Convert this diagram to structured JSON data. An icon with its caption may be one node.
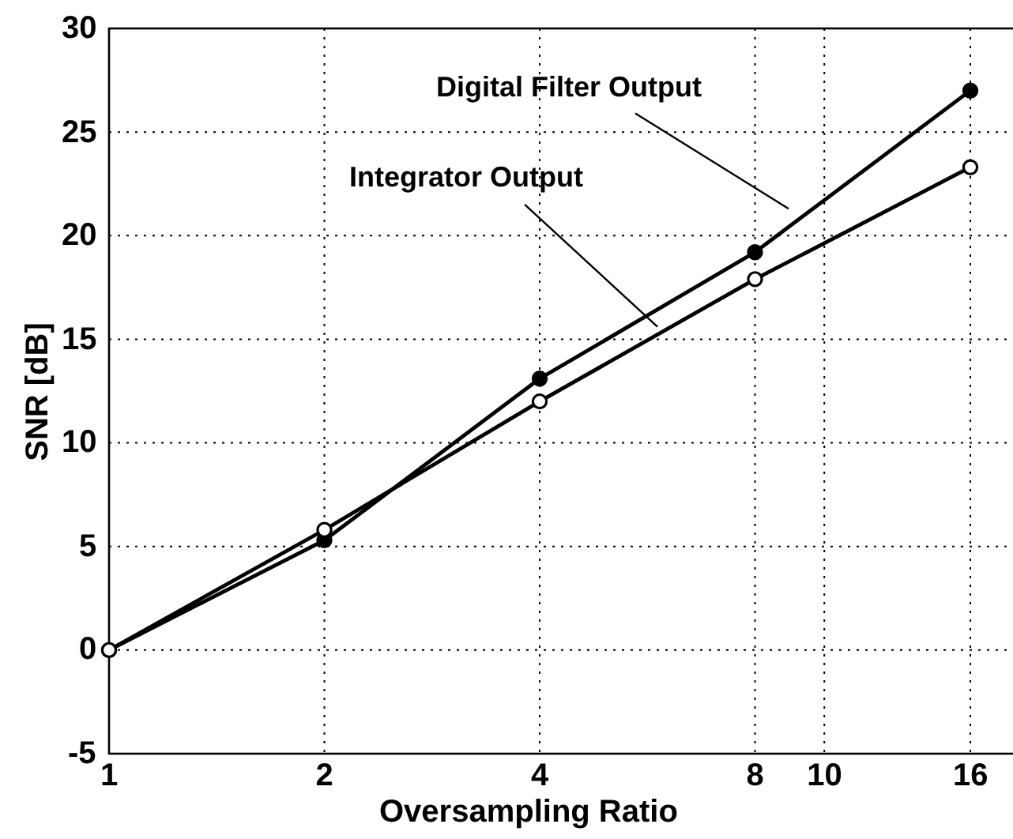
{
  "diagram": {
    "chart_data": {
      "type": "line",
      "xlabel": "Oversampling Ratio",
      "ylabel": "SNR [dB]",
      "categories": [
        "1",
        "2",
        "4",
        "8",
        "16"
      ],
      "series": [
        {
          "color": "#000000",
          "marker": "circle",
          "values": [
            0,
            5.3,
            13.1,
            19.2,
            27.0
          ]
        },
        {
          "color": "#000000",
          "marker": "circle",
          "values": [
            0,
            5.8,
            12.0,
            17.9,
            23.3
          ]
        }
      ],
      "ylim": [
        -5,
        30
      ],
      "grid": true,
      "yticks": [
        -5,
        0,
        5,
        10,
        15,
        20,
        25,
        30
      ],
      "annotations": [
        "Digital Filter Output",
        "Integrator Output"
      ]
    },
    "labels": [
      "10"
    ]
  }
}
